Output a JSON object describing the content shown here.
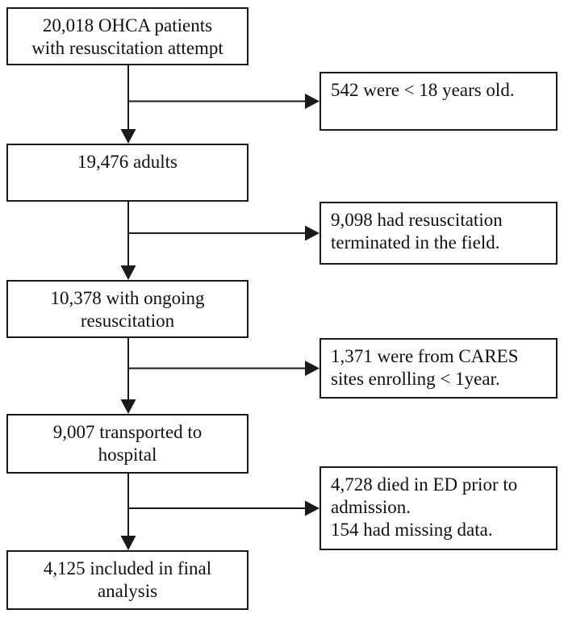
{
  "diagram": {
    "type": "patient-flow-chart",
    "main_boxes": [
      {
        "text": "20,018 OHCA patients\nwith resuscitation attempt"
      },
      {
        "text": "19,476 adults"
      },
      {
        "text": "10,378 with ongoing\nresuscitation"
      },
      {
        "text": "9,007 transported to\nhospital"
      },
      {
        "text": "4,125 included in final\nanalysis"
      }
    ],
    "exclusion_boxes": [
      {
        "text": "542 were < 18 years old."
      },
      {
        "text": "9,098 had resuscitation\nterminated in the field."
      },
      {
        "text": "1,371 were from CARES\nsites enrolling < 1year."
      },
      {
        "text": "4,728 died in ED prior to\nadmission.\n154 had missing data."
      }
    ],
    "colors": {
      "line": "#1a1a1a",
      "text": "#111111",
      "box_background": "#ffffff",
      "page_background": "#ffffff"
    }
  }
}
